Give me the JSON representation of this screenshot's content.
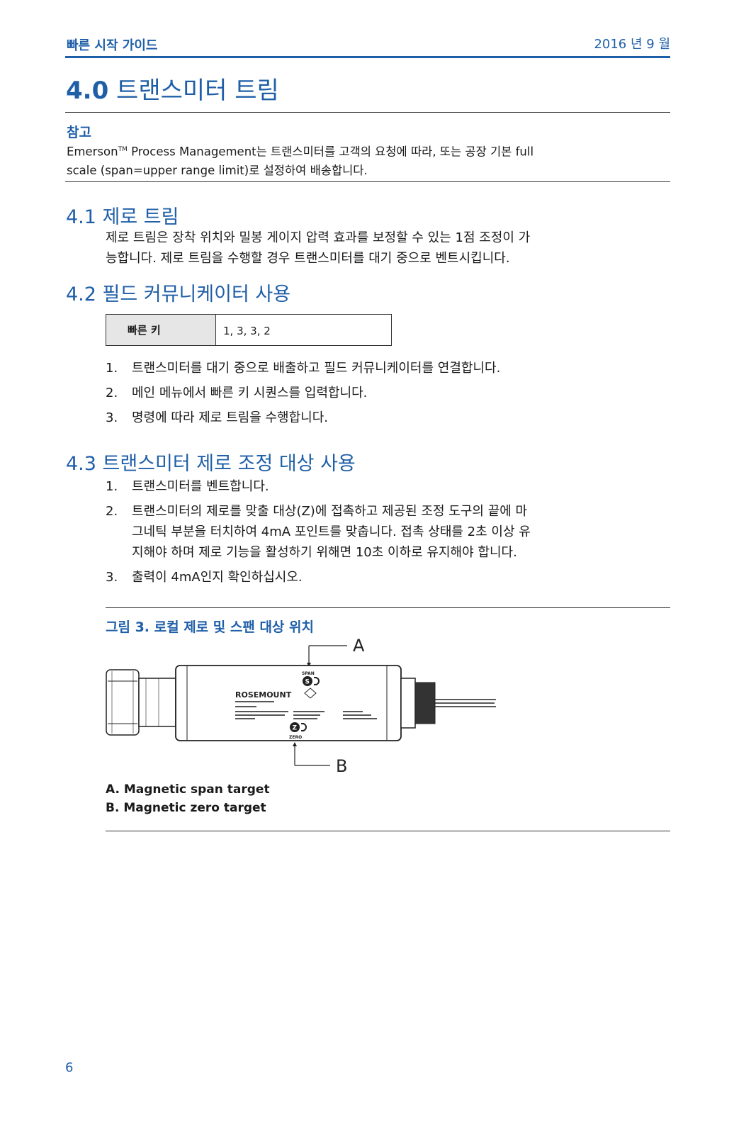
{
  "header": {
    "guide_title": "빠른 시작 가이드",
    "date": "2016 년 9 월"
  },
  "section": {
    "number": "4.0",
    "title": "트랜스미터 트림"
  },
  "note": {
    "title": "참고",
    "brand": "Emerson",
    "tm": "TM",
    "line1_rest": " Process Management는 트랜스미터를 고객의 요청에 따라, 또는 공장 기본 full",
    "line2": "scale (span=upper range limit)로 설정하여 배송합니다."
  },
  "s41": {
    "title": "4.1 제로 트림",
    "line1": "제로 트림은 장착 위치와 밀봉 게이지 압력 효과를 보정할 수 있는 1점 조정이 가",
    "line2": "능합니다. 제로 트림을 수행할 경우 트랜스미터를 대기 중으로 벤트시킵니다."
  },
  "s42": {
    "title": "4.2 필드 커뮤니케이터 사용",
    "fast_key_label": "빠른 키",
    "fast_key_value": "1, 3, 3, 2",
    "steps": [
      {
        "n": "1.",
        "text": "트랜스미터를 대기 중으로 배출하고 필드 커뮤니케이터를 연결합니다."
      },
      {
        "n": "2.",
        "text": "메인 메뉴에서 빠른 키 시퀀스를 입력합니다."
      },
      {
        "n": "3.",
        "text": "명령에 따라 제로 트림을 수행합니다."
      }
    ]
  },
  "s43": {
    "title": "4.3 트랜스미터 제로 조정 대상 사용",
    "step1": {
      "n": "1.",
      "text": "트랜스미터를 벤트합니다."
    },
    "step2": {
      "n": "2.",
      "l1": "트랜스미터의 제로를 맞출 대상(Z)에 접촉하고 제공된 조정 도구의 끝에 마",
      "l2": "그네틱 부분을 터치하여 4mA 포인트를 맞춥니다. 접촉 상태를 2초 이상 유",
      "l3": "지해야 하며 제로 기능을 활성하기 위해면 10초 이하로 유지해야 합니다."
    },
    "step3": {
      "n": "3.",
      "text": "출력이 4mA인지 확인하십시오."
    }
  },
  "figure": {
    "title": "그림 3.  로컬 제로 및 스팬 대상 위치",
    "callout_a": "A",
    "callout_b": "B",
    "span_label": "SPAN",
    "zero_label": "ZERO",
    "s_letter": "S",
    "z_letter": "Z",
    "brand": "ROSEMOUNT",
    "legend_a": "A. Magnetic span target",
    "legend_b": "B. Magnetic zero target"
  },
  "page_number": "6",
  "colors": {
    "accent": "#1f5fa8",
    "text": "#1a1a1a",
    "table_label_bg": "#e6e6e6"
  }
}
